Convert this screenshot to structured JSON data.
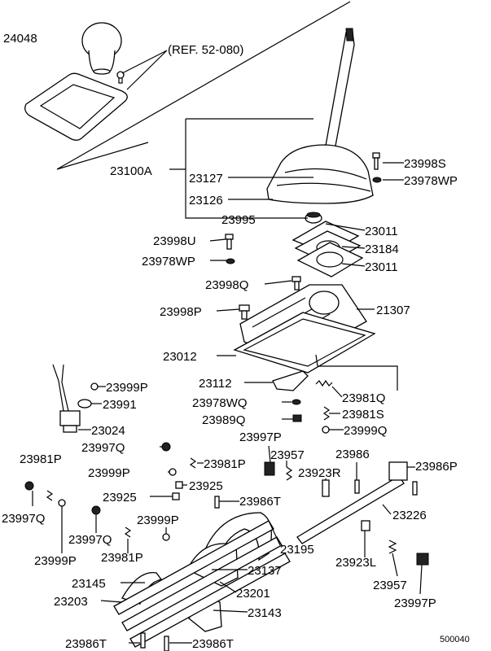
{
  "labels": {
    "l24048": "24048",
    "ref": "(REF. 52-080)",
    "l23100A": "23100A",
    "l23127": "23127",
    "l23126": "23126",
    "l23995": "23995",
    "l23998S": "23998S",
    "l23978WP_a": "23978WP",
    "l23011_a": "23011",
    "l23184": "23184",
    "l23011_b": "23011",
    "l23998U": "23998U",
    "l23978WP_b": "23978WP",
    "l23998Q": "23998Q",
    "l23998P": "23998P",
    "l21307": "21307",
    "l23012": "23012",
    "l23999P_a": "23999P",
    "l23112": "23112",
    "l23991": "23991",
    "l23978WQ": "23978WQ",
    "l23981Q": "23981Q",
    "l23024": "23024",
    "l23989Q": "23989Q",
    "l23981S": "23981S",
    "l23999Q": "23999Q",
    "l23997P_a": "23997P",
    "l23957_a": "23957",
    "l23986": "23986",
    "l23981P_a": "23981P",
    "l23997Q_a": "23997Q",
    "l23981P_b": "23981P",
    "l23986P": "23986P",
    "l23999P_b": "23999P",
    "l23923R": "23923R",
    "l23925_a": "23925",
    "l23925_b": "23925",
    "l23986T_a": "23986T",
    "l23226": "23226",
    "l23997Q_b": "23997Q",
    "l23997Q_c": "23997Q",
    "l23999P_c": "23999P",
    "l23195": "23195",
    "l23999P_d": "23999P",
    "l23981P_c": "23981P",
    "l23137": "23137",
    "l23923L": "23923L",
    "l23145": "23145",
    "l23201": "23201",
    "l23957_b": "23957",
    "l23203": "23203",
    "l23143": "23143",
    "l23997P_b": "23997P",
    "l23986T_b": "23986T",
    "l23986T_c": "23986T",
    "code": "500040"
  }
}
